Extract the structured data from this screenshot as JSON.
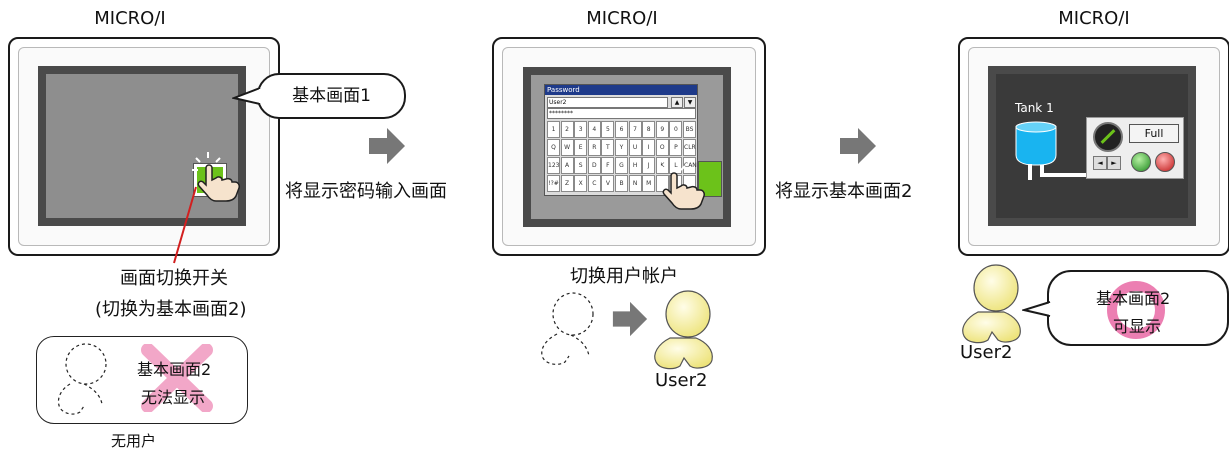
{
  "devices": {
    "left_title": "MICRO/I",
    "middle_title": "MICRO/I",
    "right_title": "MICRO/I"
  },
  "callouts": {
    "base_screen1": "基本画面1",
    "right_user": {
      "line1": "基本画面2",
      "line2": "可显示"
    }
  },
  "steps": {
    "step1": "将显示密码输入画面",
    "step2": "将显示基本画面2"
  },
  "switch_label": {
    "line1": "画面切换开关",
    "line2": "(切换为基本画面2)"
  },
  "no_user_box": {
    "line1": "基本画面2",
    "line2": "无法显示",
    "caption": "无用户"
  },
  "user_switch": {
    "label": "切换用户帐户",
    "user": "User2"
  },
  "right_user_label": "User2",
  "password_screen": {
    "title": "Password",
    "user": "User2",
    "masked": "********",
    "up": "▲",
    "down": "▼",
    "rows": [
      [
        "1",
        "2",
        "3",
        "4",
        "5",
        "6",
        "7",
        "8",
        "9",
        "0",
        "BS"
      ],
      [
        "Q",
        "W",
        "E",
        "R",
        "T",
        "Y",
        "U",
        "I",
        "O",
        "P",
        "CLR"
      ],
      [
        "123 abc",
        "A",
        "S",
        "D",
        "F",
        "G",
        "H",
        "J",
        "K",
        "L",
        "CAN"
      ],
      [
        "!?#",
        "Z",
        "X",
        "C",
        "V",
        "B",
        "N",
        "M",
        "",
        "",
        ""
      ]
    ]
  },
  "tank_screen": {
    "tank_label": "Tank 1",
    "button_label": "Full",
    "arrows": [
      "◄",
      "►"
    ]
  },
  "colors": {
    "arrow_grey": "#777777",
    "callout_red": "#d21f1f",
    "x_mark_pink": "#f2a7c8",
    "circle_pink": "#ec7fb2",
    "tank_blue": "#19b4f0",
    "green_button": "#6cc21a",
    "user_yellow": "#f3ee85"
  }
}
